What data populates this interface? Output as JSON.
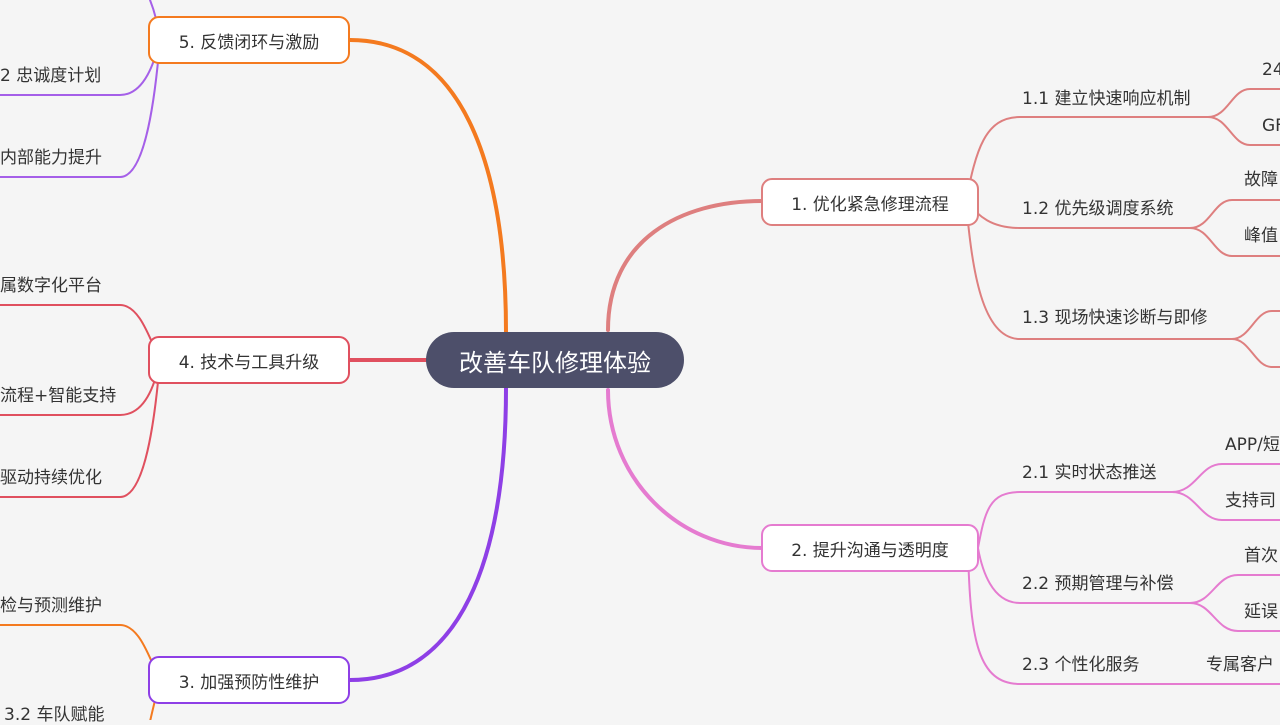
{
  "root": {
    "label": "改善车队修理体验"
  },
  "colors": {
    "b1": "#de7f7f",
    "b2": "#e57bd0",
    "b3": "#8e3fe6",
    "b4": "#e0505f",
    "b5": "#f47a1f",
    "b5sub": "#a55fe8",
    "b3sub": "#f47a1f"
  },
  "branches": {
    "b1": {
      "label": "1. 优化紧急修理流程",
      "c1": {
        "label": "1.1 建立快速响应机制",
        "l1": "24",
        "l2": "GF"
      },
      "c2": {
        "label": "1.2 优先级调度系统",
        "l1": "故障",
        "l2": "峰值"
      },
      "c3": {
        "label": "1.3 现场快速诊断与即修"
      }
    },
    "b2": {
      "label": "2. 提升沟通与透明度",
      "c1": {
        "label": "2.1 实时状态推送",
        "l1": "APP/短",
        "l2": "支持司"
      },
      "c2": {
        "label": "2.2 预期管理与补偿",
        "l1": "首次",
        "l2": "延误"
      },
      "c3": {
        "label": "2.3 个性化服务",
        "l1": "专属客户"
      }
    },
    "b3": {
      "label": "3. 加强预防性维护",
      "c1": {
        "label": "检与预测维护"
      },
      "c2": {
        "label": "3.2 车队赋能"
      }
    },
    "b4": {
      "label": "4. 技术与工具升级",
      "c1": {
        "label": "属数字化平台"
      },
      "c2": {
        "label": "流程+智能支持"
      },
      "c3": {
        "label": "驱动持续优化"
      }
    },
    "b5": {
      "label": "5. 反馈闭环与激励",
      "c2": {
        "label": "2 忠诚度计划"
      },
      "c3": {
        "label": "内部能力提升"
      }
    }
  }
}
